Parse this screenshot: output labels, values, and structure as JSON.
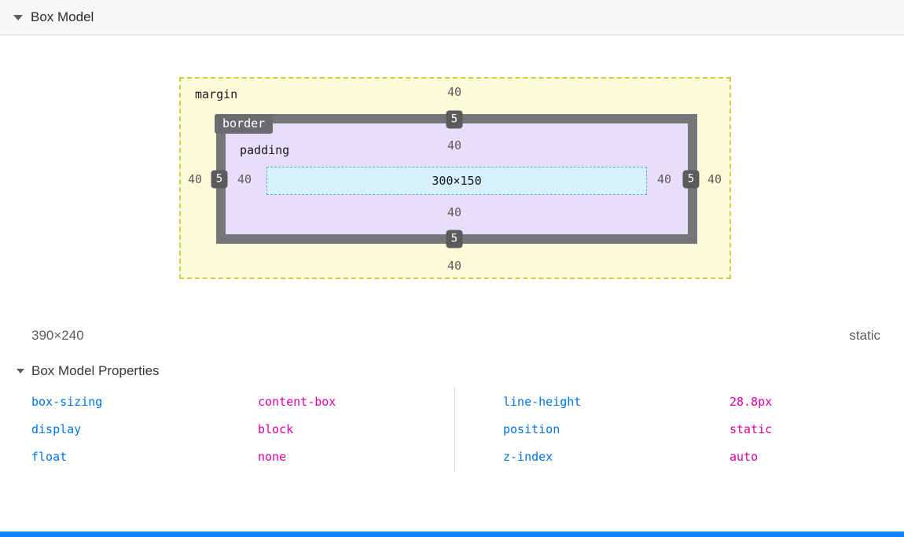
{
  "header": {
    "title": "Box Model"
  },
  "diagram": {
    "margin_label": "margin",
    "border_label": "border",
    "padding_label": "padding",
    "content_size": "300×150",
    "margin_top": "40",
    "margin_right": "40",
    "margin_bottom": "40",
    "margin_left": "40",
    "border_top": "5",
    "border_right": "5",
    "border_bottom": "5",
    "border_left": "5",
    "padding_top": "40",
    "padding_right": "40",
    "padding_bottom": "40",
    "padding_left": "40"
  },
  "summary": {
    "dimensions": "390×240",
    "position": "static"
  },
  "properties": {
    "title": "Box Model Properties",
    "items": [
      {
        "name": "box-sizing",
        "value": "content-box"
      },
      {
        "name": "display",
        "value": "block"
      },
      {
        "name": "float",
        "value": "none"
      },
      {
        "name": "line-height",
        "value": "28.8px"
      },
      {
        "name": "position",
        "value": "static"
      },
      {
        "name": "z-index",
        "value": "auto"
      }
    ]
  },
  "colors": {
    "margin_fill": "#fbfbd7",
    "margin_border": "#d0cc45",
    "border_fill": "#76767a",
    "padding_fill": "#e7defa",
    "content_fill": "#d6f1fb",
    "content_border": "#58b0d8",
    "property_name": "#0074e8",
    "property_value": "#dd00a9",
    "bottom_bar": "#0a84ff"
  }
}
